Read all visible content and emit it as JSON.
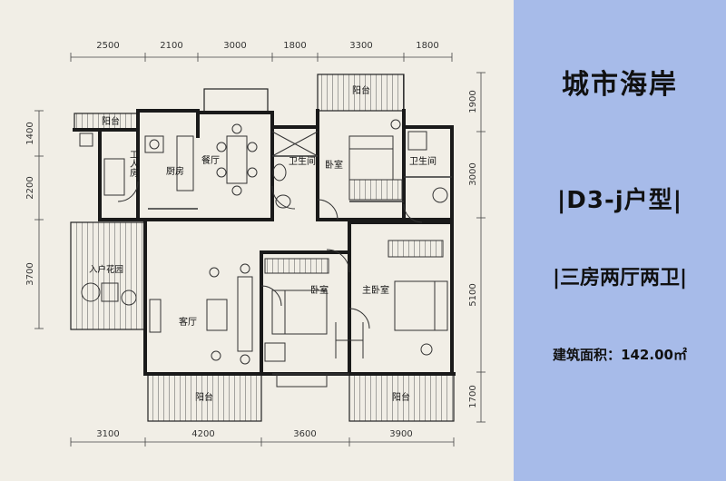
{
  "project": {
    "title": "城市海岸"
  },
  "unit": {
    "type_label": "|D3-j户型|",
    "layout_label": "|三房两厅两卫|",
    "area_label": "建筑面积：",
    "area_value": "142.00㎡"
  },
  "dimensions": {
    "top": [
      "2500",
      "2100",
      "3000",
      "1800",
      "3300",
      "1800"
    ],
    "bottom": [
      "3100",
      "4200",
      "3600",
      "3900"
    ],
    "left": [
      "1400",
      "2200",
      "3700"
    ],
    "right": [
      "1900",
      "3000",
      "5100",
      "1700"
    ]
  },
  "rooms": {
    "balcony_nw": "阳台",
    "balcony_ne": "阳台",
    "servant_room": "工人房",
    "kitchen": "厨房",
    "dining": "餐厅",
    "bathroom_1": "卫生间",
    "bedroom_n": "卧室",
    "bathroom_2": "卫生间",
    "entry_garden": "入户花园",
    "living": "客厅",
    "bedroom_s": "卧室",
    "master_bedroom": "主卧室",
    "balcony_sw": "阳台",
    "balcony_se": "阳台"
  },
  "colors": {
    "wall": "#1a1a1a",
    "line": "#333333",
    "background": "#f1eee6",
    "panel": "#a7bbe9"
  }
}
